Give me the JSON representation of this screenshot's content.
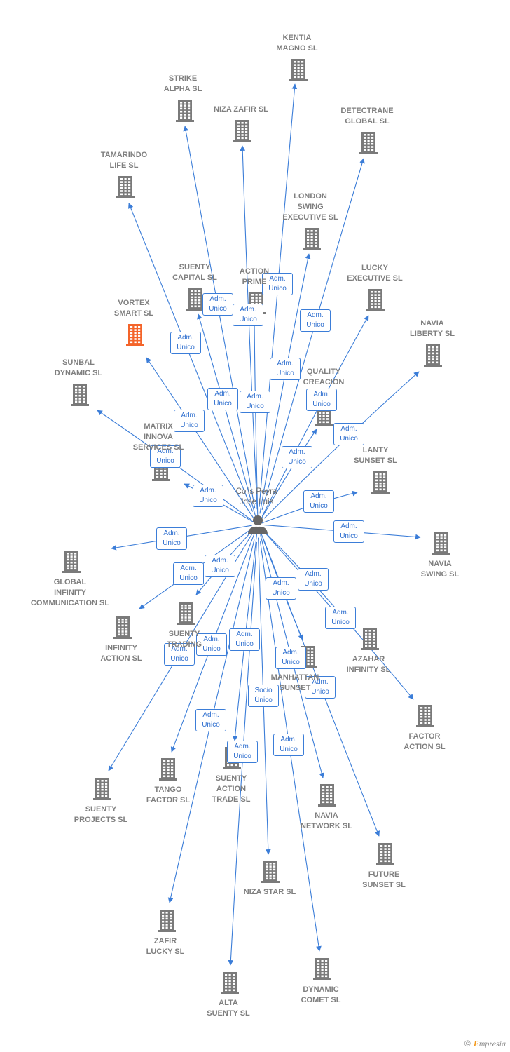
{
  "center": {
    "name": "Colls Peyra\nJose Luis"
  },
  "colors": {
    "edge": "#3b7dd8",
    "building": "#7a7a7a",
    "highlight": "#f4642a"
  },
  "footer": {
    "copyright": "©",
    "brand_initial": "E",
    "brand_rest": "mpresia"
  },
  "nodes": [
    {
      "id": "kentia",
      "label": "KENTIA\nMAGNO SL"
    },
    {
      "id": "strike",
      "label": "STRIKE\nALPHA SL"
    },
    {
      "id": "nizazafir",
      "label": "NIZA ZAFIR SL"
    },
    {
      "id": "detectrane",
      "label": "DETECTRANE\nGLOBAL  SL"
    },
    {
      "id": "tamarindo",
      "label": "TAMARINDO\nLIFE SL"
    },
    {
      "id": "london",
      "label": "LONDON\nSWING\nEXECUTIVE SL"
    },
    {
      "id": "suentycap",
      "label": "SUENTY\nCAPITAL SL"
    },
    {
      "id": "actionprime",
      "label": "ACTION\nPRIME"
    },
    {
      "id": "lucky",
      "label": "LUCKY\nEXECUTIVE SL"
    },
    {
      "id": "vortex",
      "label": "VORTEX\nSMART  SL",
      "highlight": true
    },
    {
      "id": "navialib",
      "label": "NAVIA\nLIBERTY SL"
    },
    {
      "id": "sunbal",
      "label": "SUNBAL\nDYNAMIC SL"
    },
    {
      "id": "quality",
      "label": "QUALITY\nCREACION"
    },
    {
      "id": "matrix",
      "label": "MATRIX\nINNOVA\nSERVICES SL"
    },
    {
      "id": "lanty",
      "label": "LANTY\nSUNSET SL"
    },
    {
      "id": "naviaswing",
      "label": "NAVIA\nSWING SL"
    },
    {
      "id": "globalinf",
      "label": "GLOBAL\nINFINITY\nCOMMUNICATION SL"
    },
    {
      "id": "infaction",
      "label": "INFINITY\nACTION SL"
    },
    {
      "id": "suentytrading",
      "label": "SUENTY\nTRADING"
    },
    {
      "id": "azahar",
      "label": "AZAHAR\nINFINITY SL"
    },
    {
      "id": "manhattan",
      "label": "MANHATTAN\nSUNSET"
    },
    {
      "id": "factor",
      "label": "FACTOR\nACTION SL"
    },
    {
      "id": "suentyproj",
      "label": "SUENTY\nPROJECTS SL"
    },
    {
      "id": "tango",
      "label": "TANGO\nFACTOR SL"
    },
    {
      "id": "suentyaction",
      "label": "SUENTY\nACTION\nTRADE SL"
    },
    {
      "id": "navianet",
      "label": "NAVIA\nNETWORK SL"
    },
    {
      "id": "future",
      "label": "FUTURE\nSUNSET SL"
    },
    {
      "id": "nizastar",
      "label": "NIZA STAR SL"
    },
    {
      "id": "zafir",
      "label": "ZAFIR\nLUCKY SL"
    },
    {
      "id": "dynamic",
      "label": "DYNAMIC\nCOMET SL"
    },
    {
      "id": "alta",
      "label": "ALTA\nSUENTY SL"
    }
  ],
  "edges": [
    {
      "to": "kentia",
      "label": "Adm.\nUnico"
    },
    {
      "to": "strike",
      "label": "Adm.\nUnico"
    },
    {
      "to": "nizazafir",
      "label": "Adm.\nUnico"
    },
    {
      "to": "detectrane",
      "label": "Adm.\nUnico"
    },
    {
      "to": "tamarindo",
      "label": "Adm.\nUnico"
    },
    {
      "to": "london",
      "label": "Adm.\nUnico"
    },
    {
      "to": "suentycap",
      "label": "Adm.\nUnico"
    },
    {
      "to": "actionprime",
      "label": "Adm.\nUnico"
    },
    {
      "to": "lucky",
      "label": "Adm.\nUnico"
    },
    {
      "to": "vortex",
      "label": "Adm.\nUnico"
    },
    {
      "to": "navialib",
      "label": "Adm.\nUnico"
    },
    {
      "to": "sunbal",
      "label": "Adm.\nUnico"
    },
    {
      "to": "quality",
      "label": "Adm.\nUnico"
    },
    {
      "to": "matrix",
      "label": "Adm.\nUnico"
    },
    {
      "to": "lanty",
      "label": "Adm.\nUnico"
    },
    {
      "to": "naviaswing",
      "label": "Adm.\nUnico"
    },
    {
      "to": "globalinf",
      "label": "Adm.\nUnico"
    },
    {
      "to": "infaction",
      "label": "Adm.\nUnico"
    },
    {
      "to": "suentytrading",
      "label": "Adm.\nUnico"
    },
    {
      "to": "azahar",
      "label": "Adm.\nUnico"
    },
    {
      "to": "manhattan",
      "label": "Adm.\nUnico"
    },
    {
      "to": "factor",
      "label": "Adm.\nUnico"
    },
    {
      "to": "suentyproj",
      "label": "Adm.\nUnico"
    },
    {
      "to": "tango",
      "label": "Adm.\nUnico"
    },
    {
      "to": "suentyaction",
      "label": "Adm.\nUnico"
    },
    {
      "to": "navianet",
      "label": "Adm.\nUnico"
    },
    {
      "to": "future",
      "label": "Adm.\nUnico"
    },
    {
      "to": "nizastar",
      "label": "Socio\nÚnico"
    },
    {
      "to": "zafir",
      "label": "Adm.\nUnico"
    },
    {
      "to": "dynamic",
      "label": "Adm.\nUnico"
    },
    {
      "to": "alta",
      "label": "Adm.\nUnico"
    }
  ]
}
